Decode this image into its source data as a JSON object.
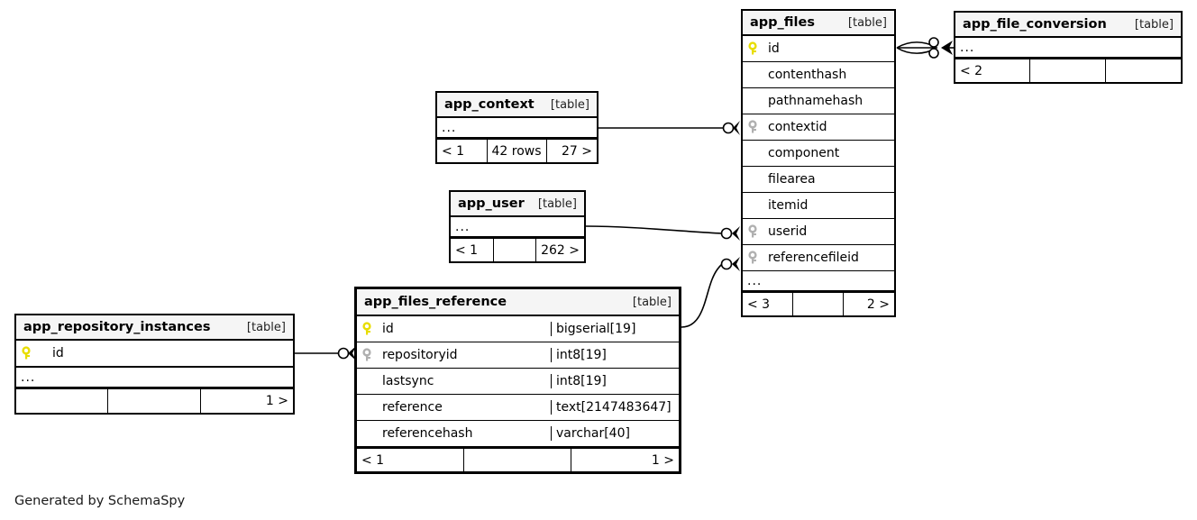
{
  "diagram": {
    "credit": "Generated by SchemaSpy",
    "table_tag": "[table]",
    "ellipsis": "...",
    "colors": {
      "pk_key": "#e8dd00",
      "fk_key": "#b0b0b0",
      "header_bg": "#f5f5f5",
      "border": "#000000",
      "background": "#ffffff"
    }
  },
  "tables": {
    "app_files": {
      "name": "app_files",
      "tag": "[table]",
      "columns": [
        {
          "name": "id",
          "key": "pk",
          "type": ""
        },
        {
          "name": "contenthash",
          "key": "none",
          "type": ""
        },
        {
          "name": "pathnamehash",
          "key": "none",
          "type": ""
        },
        {
          "name": "contextid",
          "key": "fk",
          "type": ""
        },
        {
          "name": "component",
          "key": "none",
          "type": ""
        },
        {
          "name": "filearea",
          "key": "none",
          "type": ""
        },
        {
          "name": "itemid",
          "key": "none",
          "type": ""
        },
        {
          "name": "userid",
          "key": "fk",
          "type": ""
        },
        {
          "name": "referencefileid",
          "key": "fk",
          "type": ""
        }
      ],
      "ellipsis": "...",
      "footer": {
        "left": "< 3",
        "center": "",
        "right": "2 >"
      }
    },
    "app_file_conversion": {
      "name": "app_file_conversion",
      "tag": "[table]",
      "columns": [],
      "ellipsis": "...",
      "footer": {
        "left": "< 2",
        "center": "",
        "right": ""
      }
    },
    "app_context": {
      "name": "app_context",
      "tag": "[table]",
      "columns": [],
      "ellipsis": "...",
      "footer": {
        "left": "< 1",
        "center": "42 rows",
        "right": "27 >"
      }
    },
    "app_user": {
      "name": "app_user",
      "tag": "[table]",
      "columns": [],
      "ellipsis": "...",
      "footer": {
        "left": "< 1",
        "center": "",
        "right": "262 >"
      }
    },
    "app_files_reference": {
      "name": "app_files_reference",
      "tag": "[table]",
      "columns": [
        {
          "name": "id",
          "key": "pk",
          "type": "bigserial[19]"
        },
        {
          "name": "repositoryid",
          "key": "fk",
          "type": "int8[19]"
        },
        {
          "name": "lastsync",
          "key": "none",
          "type": "int8[19]"
        },
        {
          "name": "reference",
          "key": "none",
          "type": "text[2147483647]"
        },
        {
          "name": "referencehash",
          "key": "none",
          "type": "varchar[40]"
        }
      ],
      "ellipsis": "",
      "footer": {
        "left": "< 1",
        "center": "",
        "right": "1 >"
      }
    },
    "app_repository_instances": {
      "name": "app_repository_instances",
      "tag": "[table]",
      "columns": [
        {
          "name": "id",
          "key": "pk",
          "type": ""
        }
      ],
      "ellipsis": "...",
      "footer": {
        "left": "",
        "center": "",
        "right": "1 >"
      }
    }
  },
  "relationships": [
    {
      "from": "app_files.id",
      "to": "app_file_conversion",
      "cardinality": "zero-or-more"
    },
    {
      "from": "app_context",
      "to": "app_files.contextid",
      "cardinality": "zero-or-more"
    },
    {
      "from": "app_user",
      "to": "app_files.userid",
      "cardinality": "zero-or-more"
    },
    {
      "from": "app_files_reference.id",
      "to": "app_files.referencefileid",
      "cardinality": "zero-or-more"
    },
    {
      "from": "app_repository_instances.id",
      "to": "app_files_reference.repositoryid",
      "cardinality": "zero-or-more"
    }
  ]
}
